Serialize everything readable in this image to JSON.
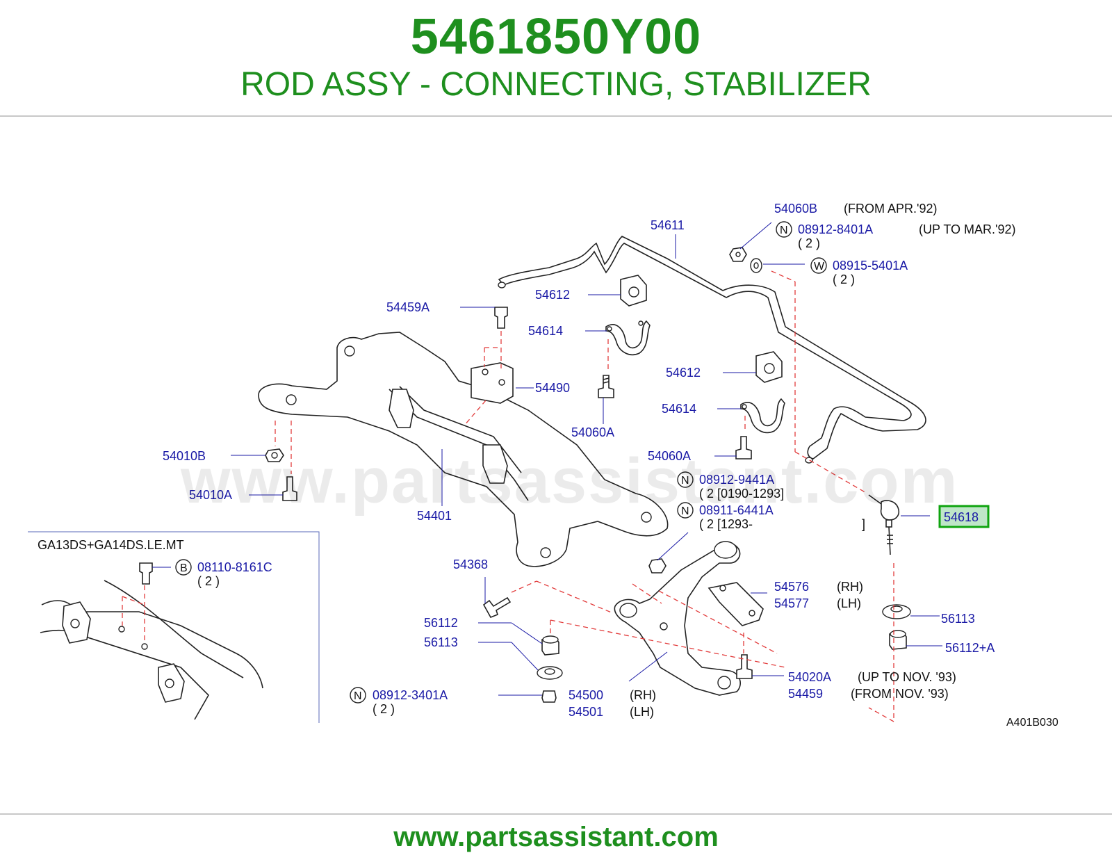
{
  "header": {
    "part_number": "5461850Y00",
    "description": "ROD ASSY - CONNECTING, STABILIZER"
  },
  "watermark": "www.partsassistant.com",
  "footer": {
    "url": "www.partsassistant.com"
  },
  "diagram": {
    "code": "A401B030",
    "inset_title": "GA13DS+GA14DS.LE.MT",
    "highlighted_part": "54618",
    "parts": [
      {
        "id": "p54060B",
        "number": "54060B",
        "note": "(FROM   APR.'92)"
      },
      {
        "id": "p08912_8401A",
        "prefix": "N",
        "number": "08912-8401A",
        "note": "(UP   TO   MAR.'92)",
        "qty": "( 2   )"
      },
      {
        "id": "p08915_5401A",
        "prefix": "W",
        "number": "08915-5401A",
        "qty": "( 2   )"
      },
      {
        "id": "p54611",
        "number": "54611"
      },
      {
        "id": "p54612a",
        "number": "54612"
      },
      {
        "id": "p54459A",
        "number": "54459A"
      },
      {
        "id": "p54614a",
        "number": "54614"
      },
      {
        "id": "p54490",
        "number": "54490"
      },
      {
        "id": "p54612b",
        "number": "54612"
      },
      {
        "id": "p54614b",
        "number": "54614"
      },
      {
        "id": "p54060A_a",
        "number": "54060A"
      },
      {
        "id": "p54060A_b",
        "number": "54060A"
      },
      {
        "id": "p54010B",
        "number": "54010B"
      },
      {
        "id": "p54010A",
        "number": "54010A"
      },
      {
        "id": "p54401",
        "number": "54401"
      },
      {
        "id": "p08912_9441A",
        "prefix": "N",
        "number": "08912-9441A",
        "qty": "( 2   [0190-1293]"
      },
      {
        "id": "p08911_6441A",
        "prefix": "N",
        "number": "08911-6441A",
        "qty": "( 2   [1293-",
        "qty_end": "]"
      },
      {
        "id": "p54618",
        "number": "54618"
      },
      {
        "id": "p08110_8161C",
        "prefix": "B",
        "number": "08110-8161C",
        "qty": "( 2   )"
      },
      {
        "id": "p54368",
        "number": "54368"
      },
      {
        "id": "p54576",
        "number": "54576",
        "note": "(RH)"
      },
      {
        "id": "p54577",
        "number": "54577",
        "note": "(LH)"
      },
      {
        "id": "p56112",
        "number": "56112"
      },
      {
        "id": "p56113a",
        "number": "56113"
      },
      {
        "id": "p56113b",
        "number": "56113"
      },
      {
        "id": "p56112A",
        "number": "56112+A"
      },
      {
        "id": "p08912_3401A",
        "prefix": "N",
        "number": "08912-3401A",
        "qty": "( 2   )"
      },
      {
        "id": "p54020A",
        "number": "54020A",
        "note": "(UP   TO   NOV.   '93)"
      },
      {
        "id": "p54459",
        "number": "54459",
        "note": "(FROM   NOV.   '93)"
      },
      {
        "id": "p54500",
        "number": "54500",
        "note": "(RH)"
      },
      {
        "id": "p54501",
        "number": "54501",
        "note": "(LH)"
      }
    ]
  },
  "colors": {
    "brand_green": "#1e8f1e",
    "part_blue": "#1a1aa6",
    "leader_red": "#e23b3b",
    "highlight_fill": "#bfe6c8",
    "highlight_border": "#0fa40f"
  }
}
